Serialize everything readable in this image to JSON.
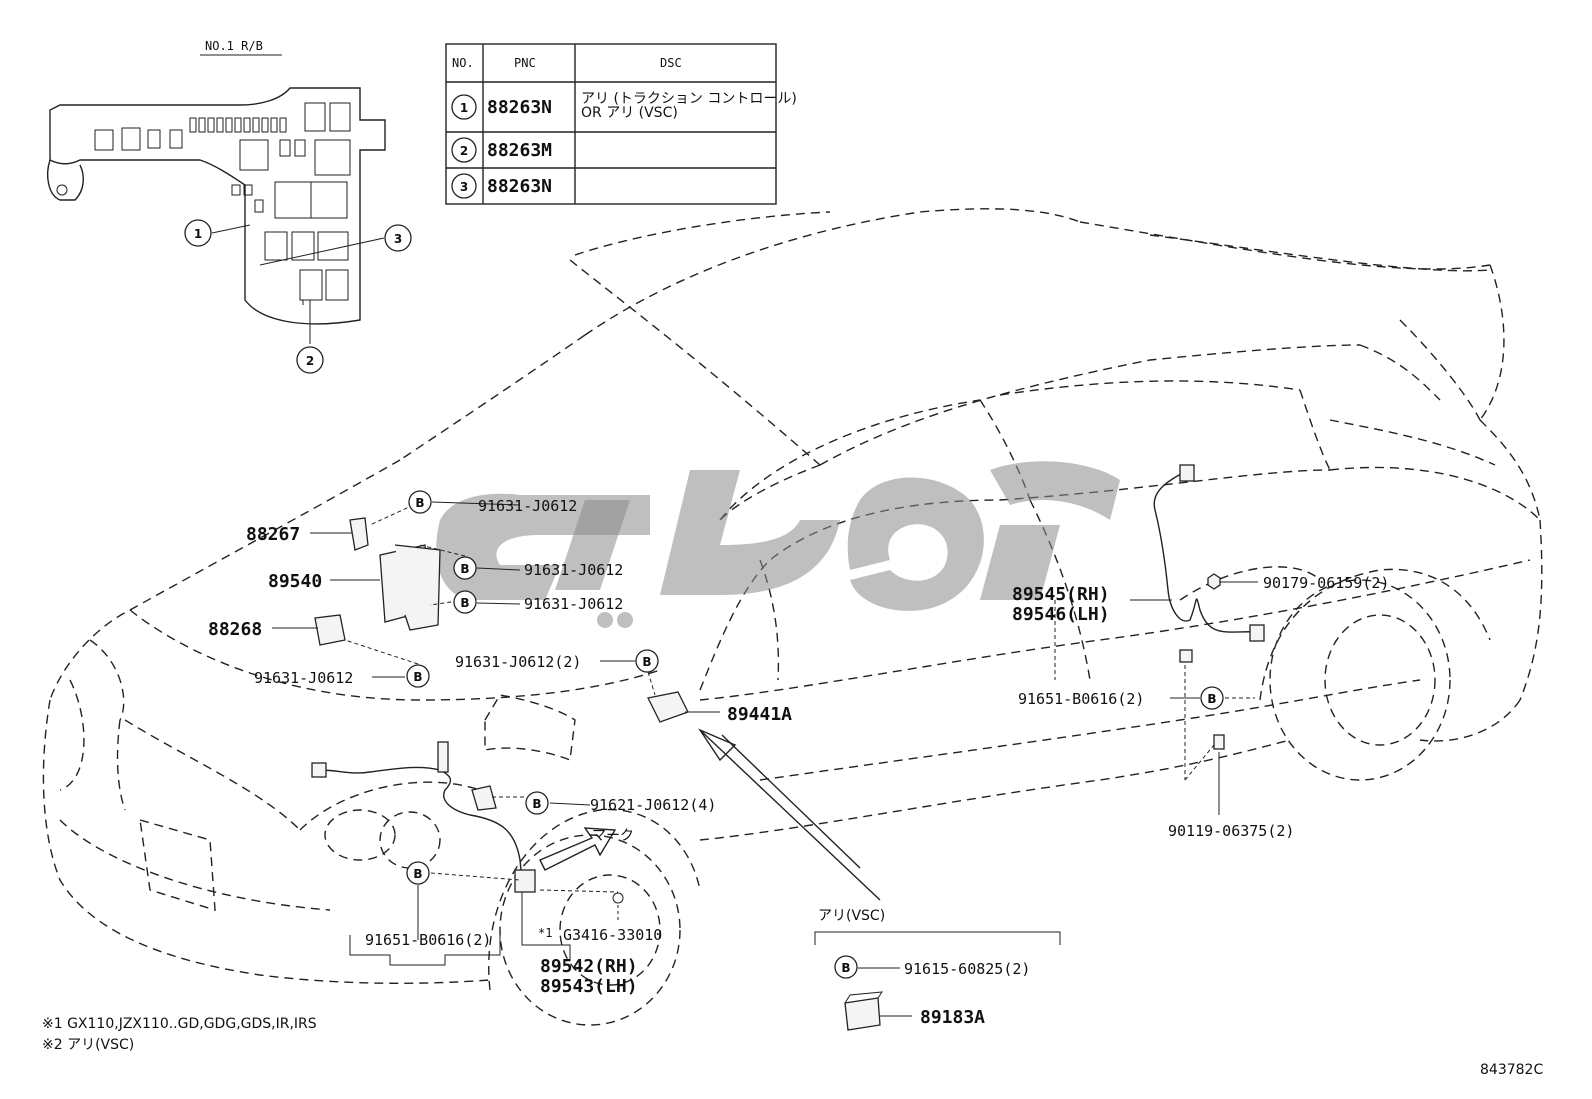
{
  "relay_block": {
    "title": "NO.1 R/B",
    "callouts": [
      "1",
      "2",
      "3"
    ]
  },
  "table": {
    "headers": [
      "NO.",
      "PNC",
      "DSC"
    ],
    "rows": [
      {
        "no": "1",
        "pnc": "88263N",
        "dsc1": "アリ (トラクション コントロール)",
        "dsc2": "OR アリ (VSC)"
      },
      {
        "no": "2",
        "pnc": "88263M",
        "dsc1": "",
        "dsc2": ""
      },
      {
        "no": "3",
        "pnc": "88263N",
        "dsc1": "",
        "dsc2": ""
      }
    ]
  },
  "bolt_symbol": "B",
  "parts": {
    "p88267": "88267",
    "p89540": "89540",
    "p88268": "88268",
    "b1": "91631-J0612",
    "b2": "91631-J0612",
    "b3": "91631-J0612",
    "b4": "91631-J0612",
    "b5": "91631-J0612(2)",
    "p89441a": "89441A",
    "b6": "91621-J0612(4)",
    "mark": "マーク",
    "b7": "91651-B0616(2)",
    "star1": "*1",
    "g3416": "G3416-33010",
    "p89542": "89542(RH)",
    "p89543": "89543(LH)",
    "p89545": "89545(RH)",
    "p89546": "89546(LH)",
    "p90179": "90179-06159(2)",
    "b8": "91651-B0616(2)",
    "p90119": "90119-06375(2)",
    "vsc_header": "アリ(VSC)",
    "b9": "91615-60825(2)",
    "p89183a": "89183A"
  },
  "footnotes": [
    "※1 GX110,JZX110..GD,GDG,GDS,IR,IRS",
    "※2 アリ(VSC)"
  ],
  "diagram_id": "843782C"
}
